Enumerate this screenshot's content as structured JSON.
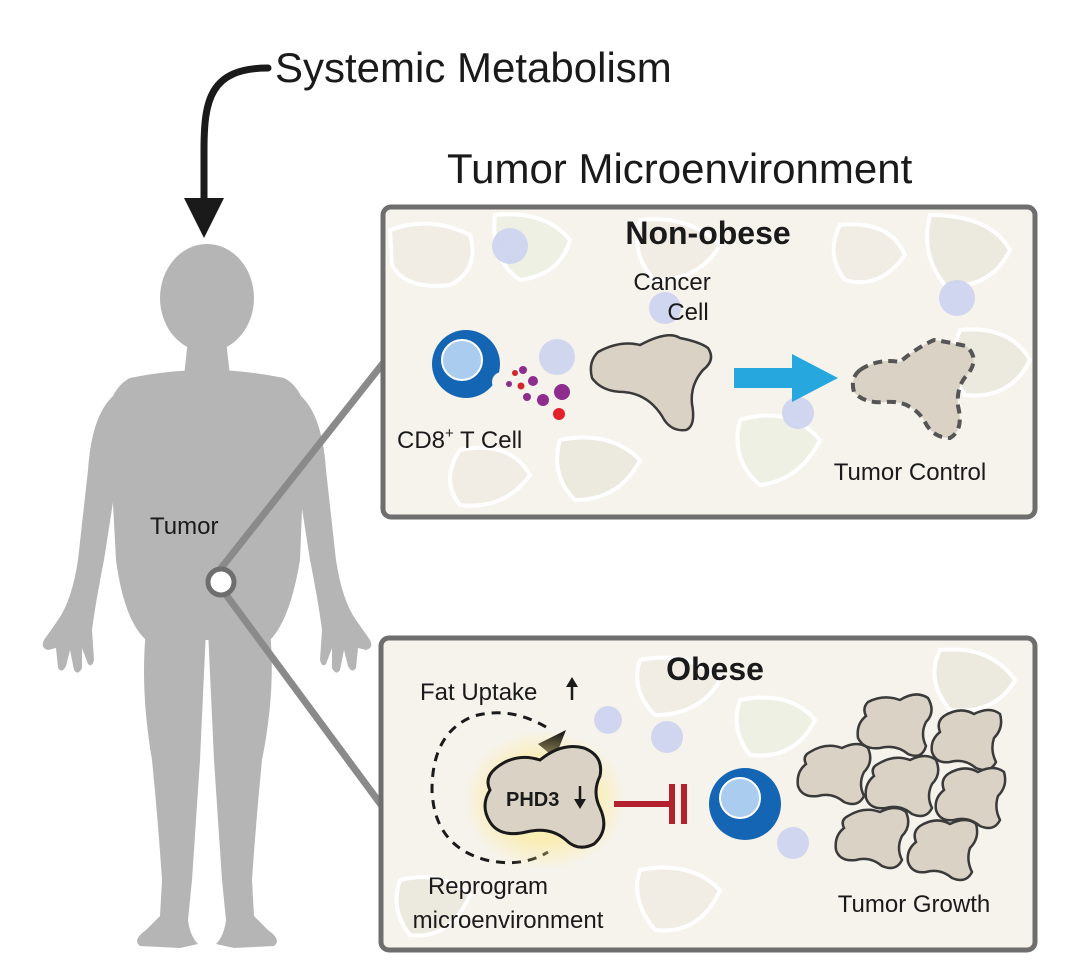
{
  "header": {
    "systemic_label": "Systemic Metabolism",
    "tme_title": "Tumor Microenvironment"
  },
  "body_figure": {
    "tumor_label": "Tumor"
  },
  "panel_top": {
    "title": "Non-obese",
    "cancer_cell_line1": "Cancer",
    "cancer_cell_line2": "Cell",
    "t_cell_label_prefix": "CD8",
    "t_cell_label_sup": "+",
    "t_cell_label_suffix": " T Cell",
    "outcome_label": "Tumor Control"
  },
  "panel_bottom": {
    "title": "Obese",
    "fat_uptake_label": "Fat Uptake",
    "phd3_label": "PHD3",
    "reprogram_line1": "Reprogram",
    "reprogram_line2": "microenvironment",
    "outcome_label": "Tumor Growth"
  },
  "colors": {
    "tcell_blue": "#1565b5",
    "tcell_light": "#a9ccef",
    "arrow_cyan": "#26a8de",
    "inhibit_red": "#b3202e",
    "cancer_fill": "#d9d2c5",
    "body_gray": "#b5b5b5",
    "panel_border": "#6e6e6e",
    "panel_bg": "#f6f3ed"
  }
}
